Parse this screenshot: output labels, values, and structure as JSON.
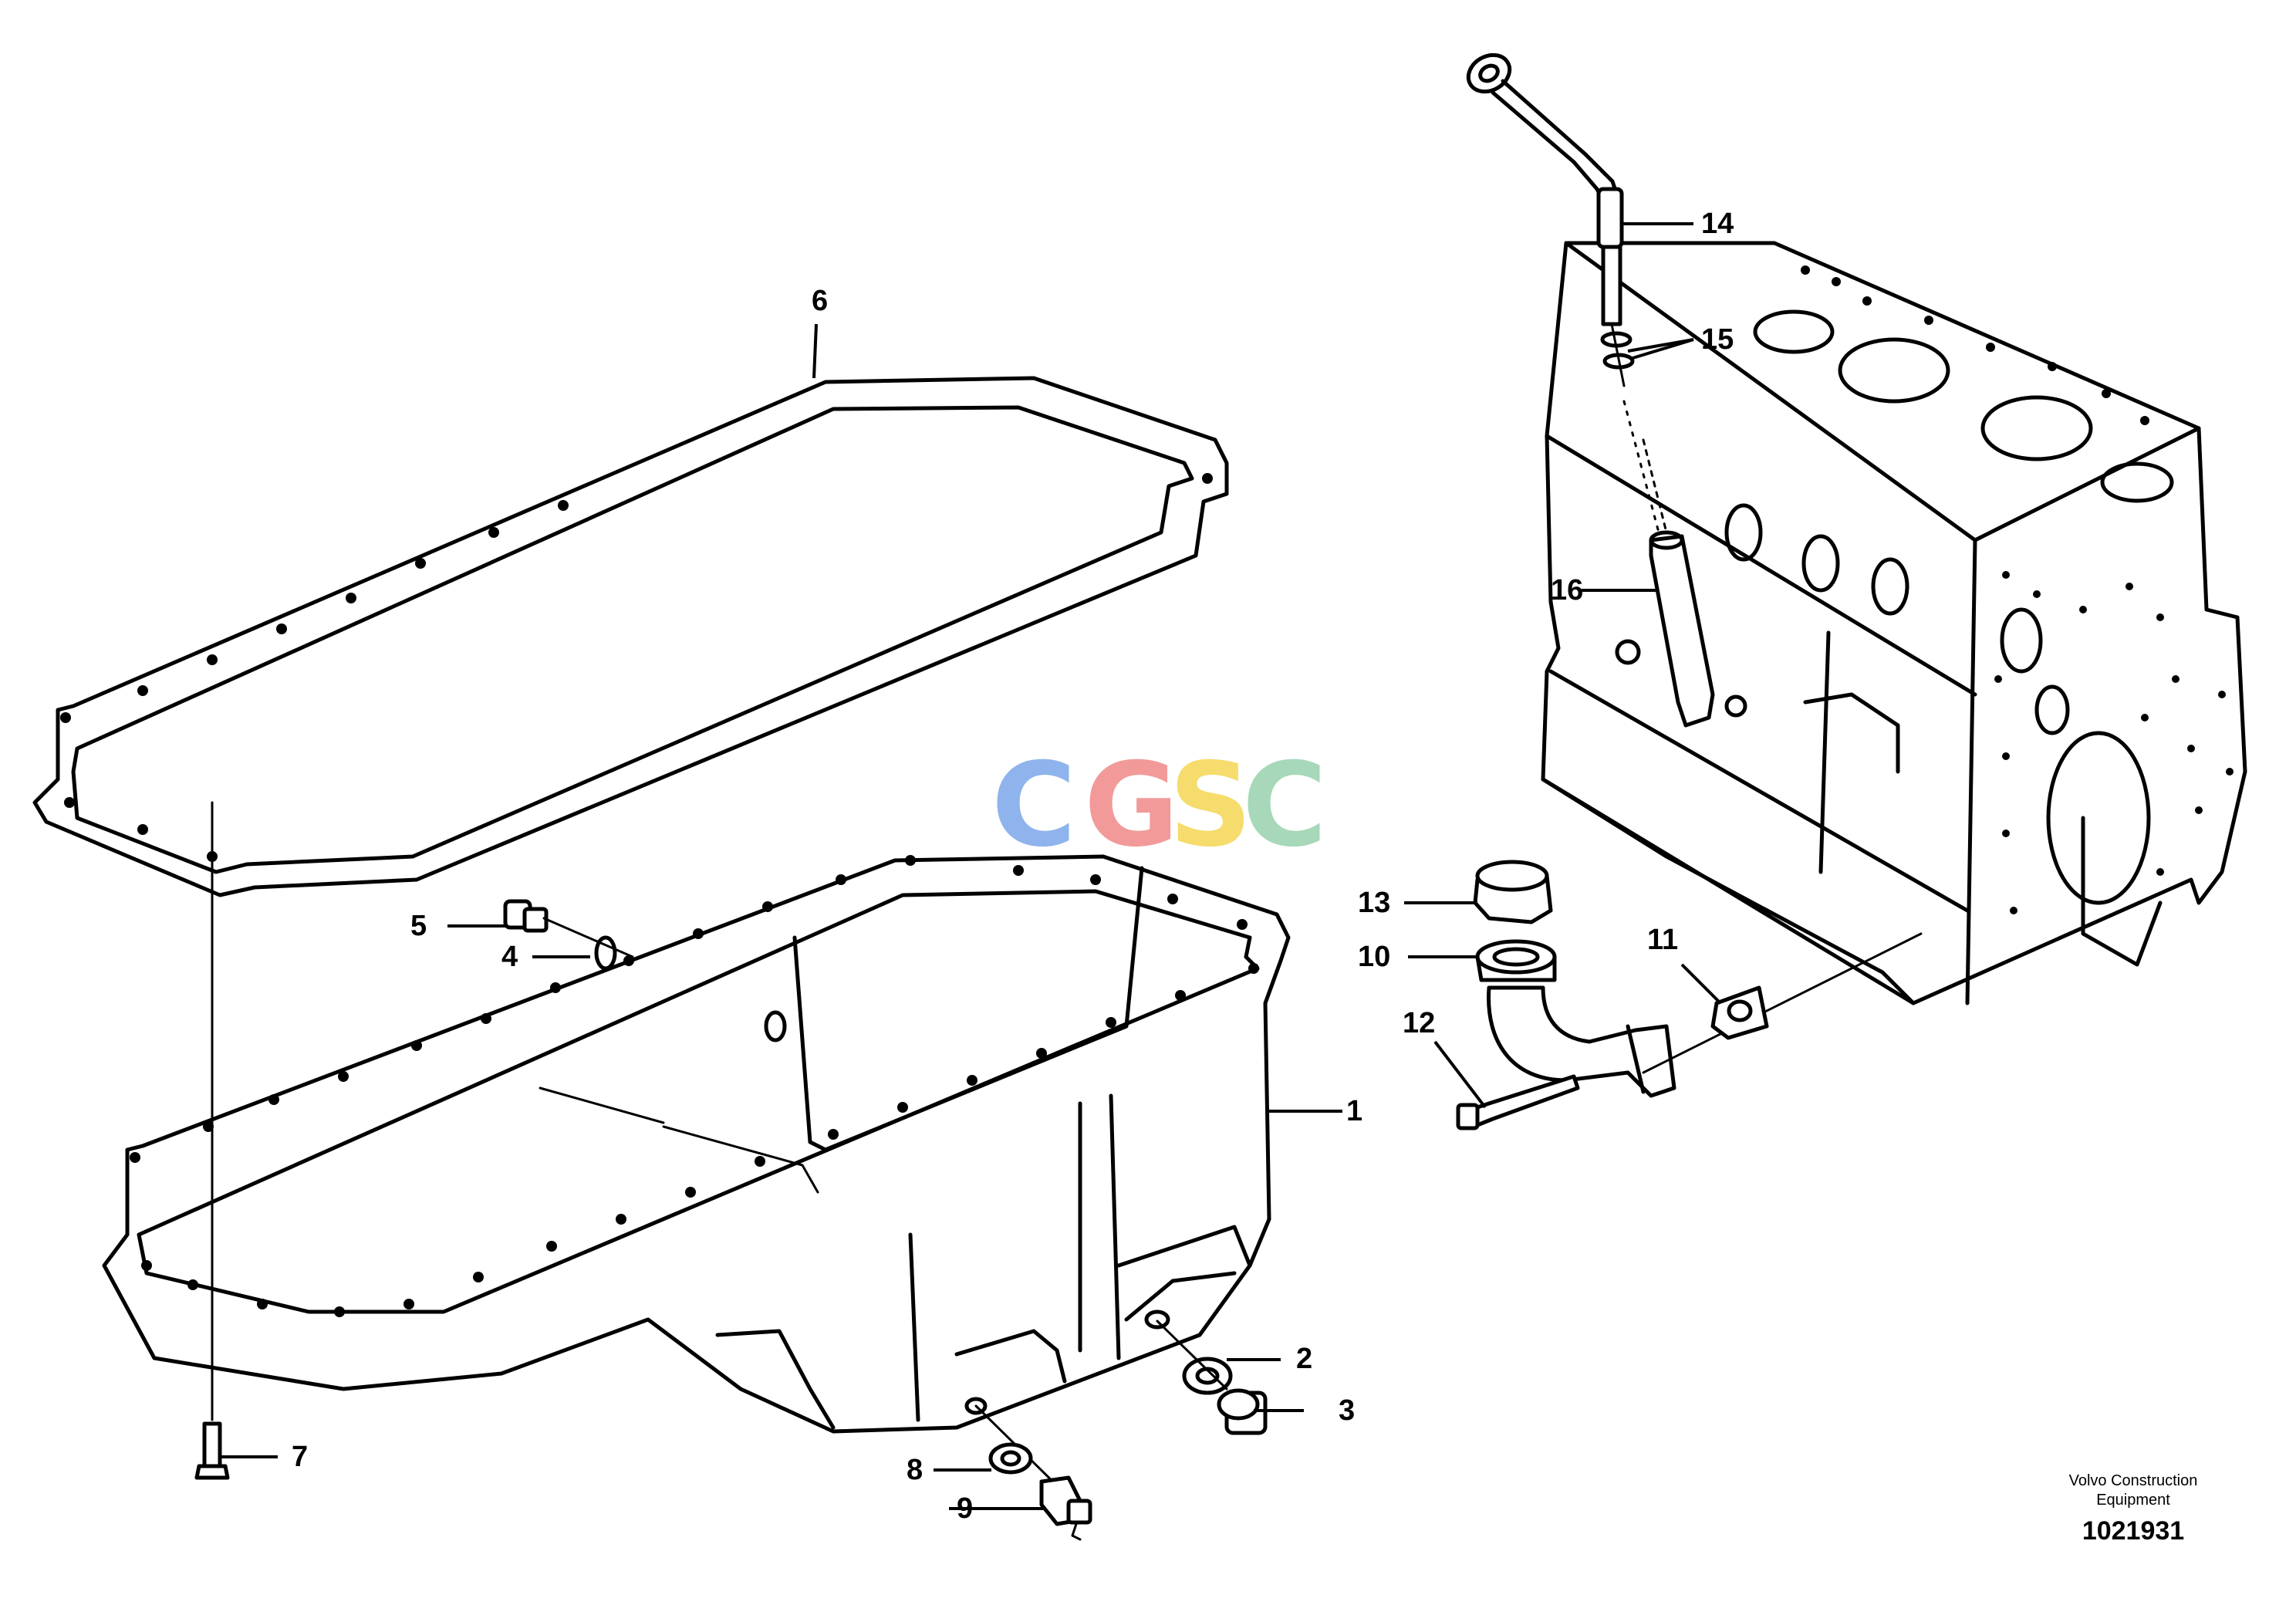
{
  "watermark": {
    "letters": [
      "C",
      "G",
      "S",
      "C"
    ],
    "colors": [
      "#8fb3ec",
      "#f29a9a",
      "#f5dc6c",
      "#a7d8b9"
    ]
  },
  "callouts": [
    {
      "id": "1",
      "label": "1"
    },
    {
      "id": "2",
      "label": "2"
    },
    {
      "id": "3",
      "label": "3"
    },
    {
      "id": "4",
      "label": "4"
    },
    {
      "id": "5",
      "label": "5"
    },
    {
      "id": "6",
      "label": "6"
    },
    {
      "id": "7",
      "label": "7"
    },
    {
      "id": "8",
      "label": "8"
    },
    {
      "id": "9",
      "label": "9"
    },
    {
      "id": "10",
      "label": "10"
    },
    {
      "id": "11",
      "label": "11"
    },
    {
      "id": "12",
      "label": "12"
    },
    {
      "id": "13",
      "label": "13"
    },
    {
      "id": "14",
      "label": "14"
    },
    {
      "id": "15",
      "label": "15"
    },
    {
      "id": "16",
      "label": "16"
    }
  ],
  "footer": {
    "credit_line1": "Volvo Construction",
    "credit_line2": "Equipment",
    "reference_number": "1021931"
  }
}
